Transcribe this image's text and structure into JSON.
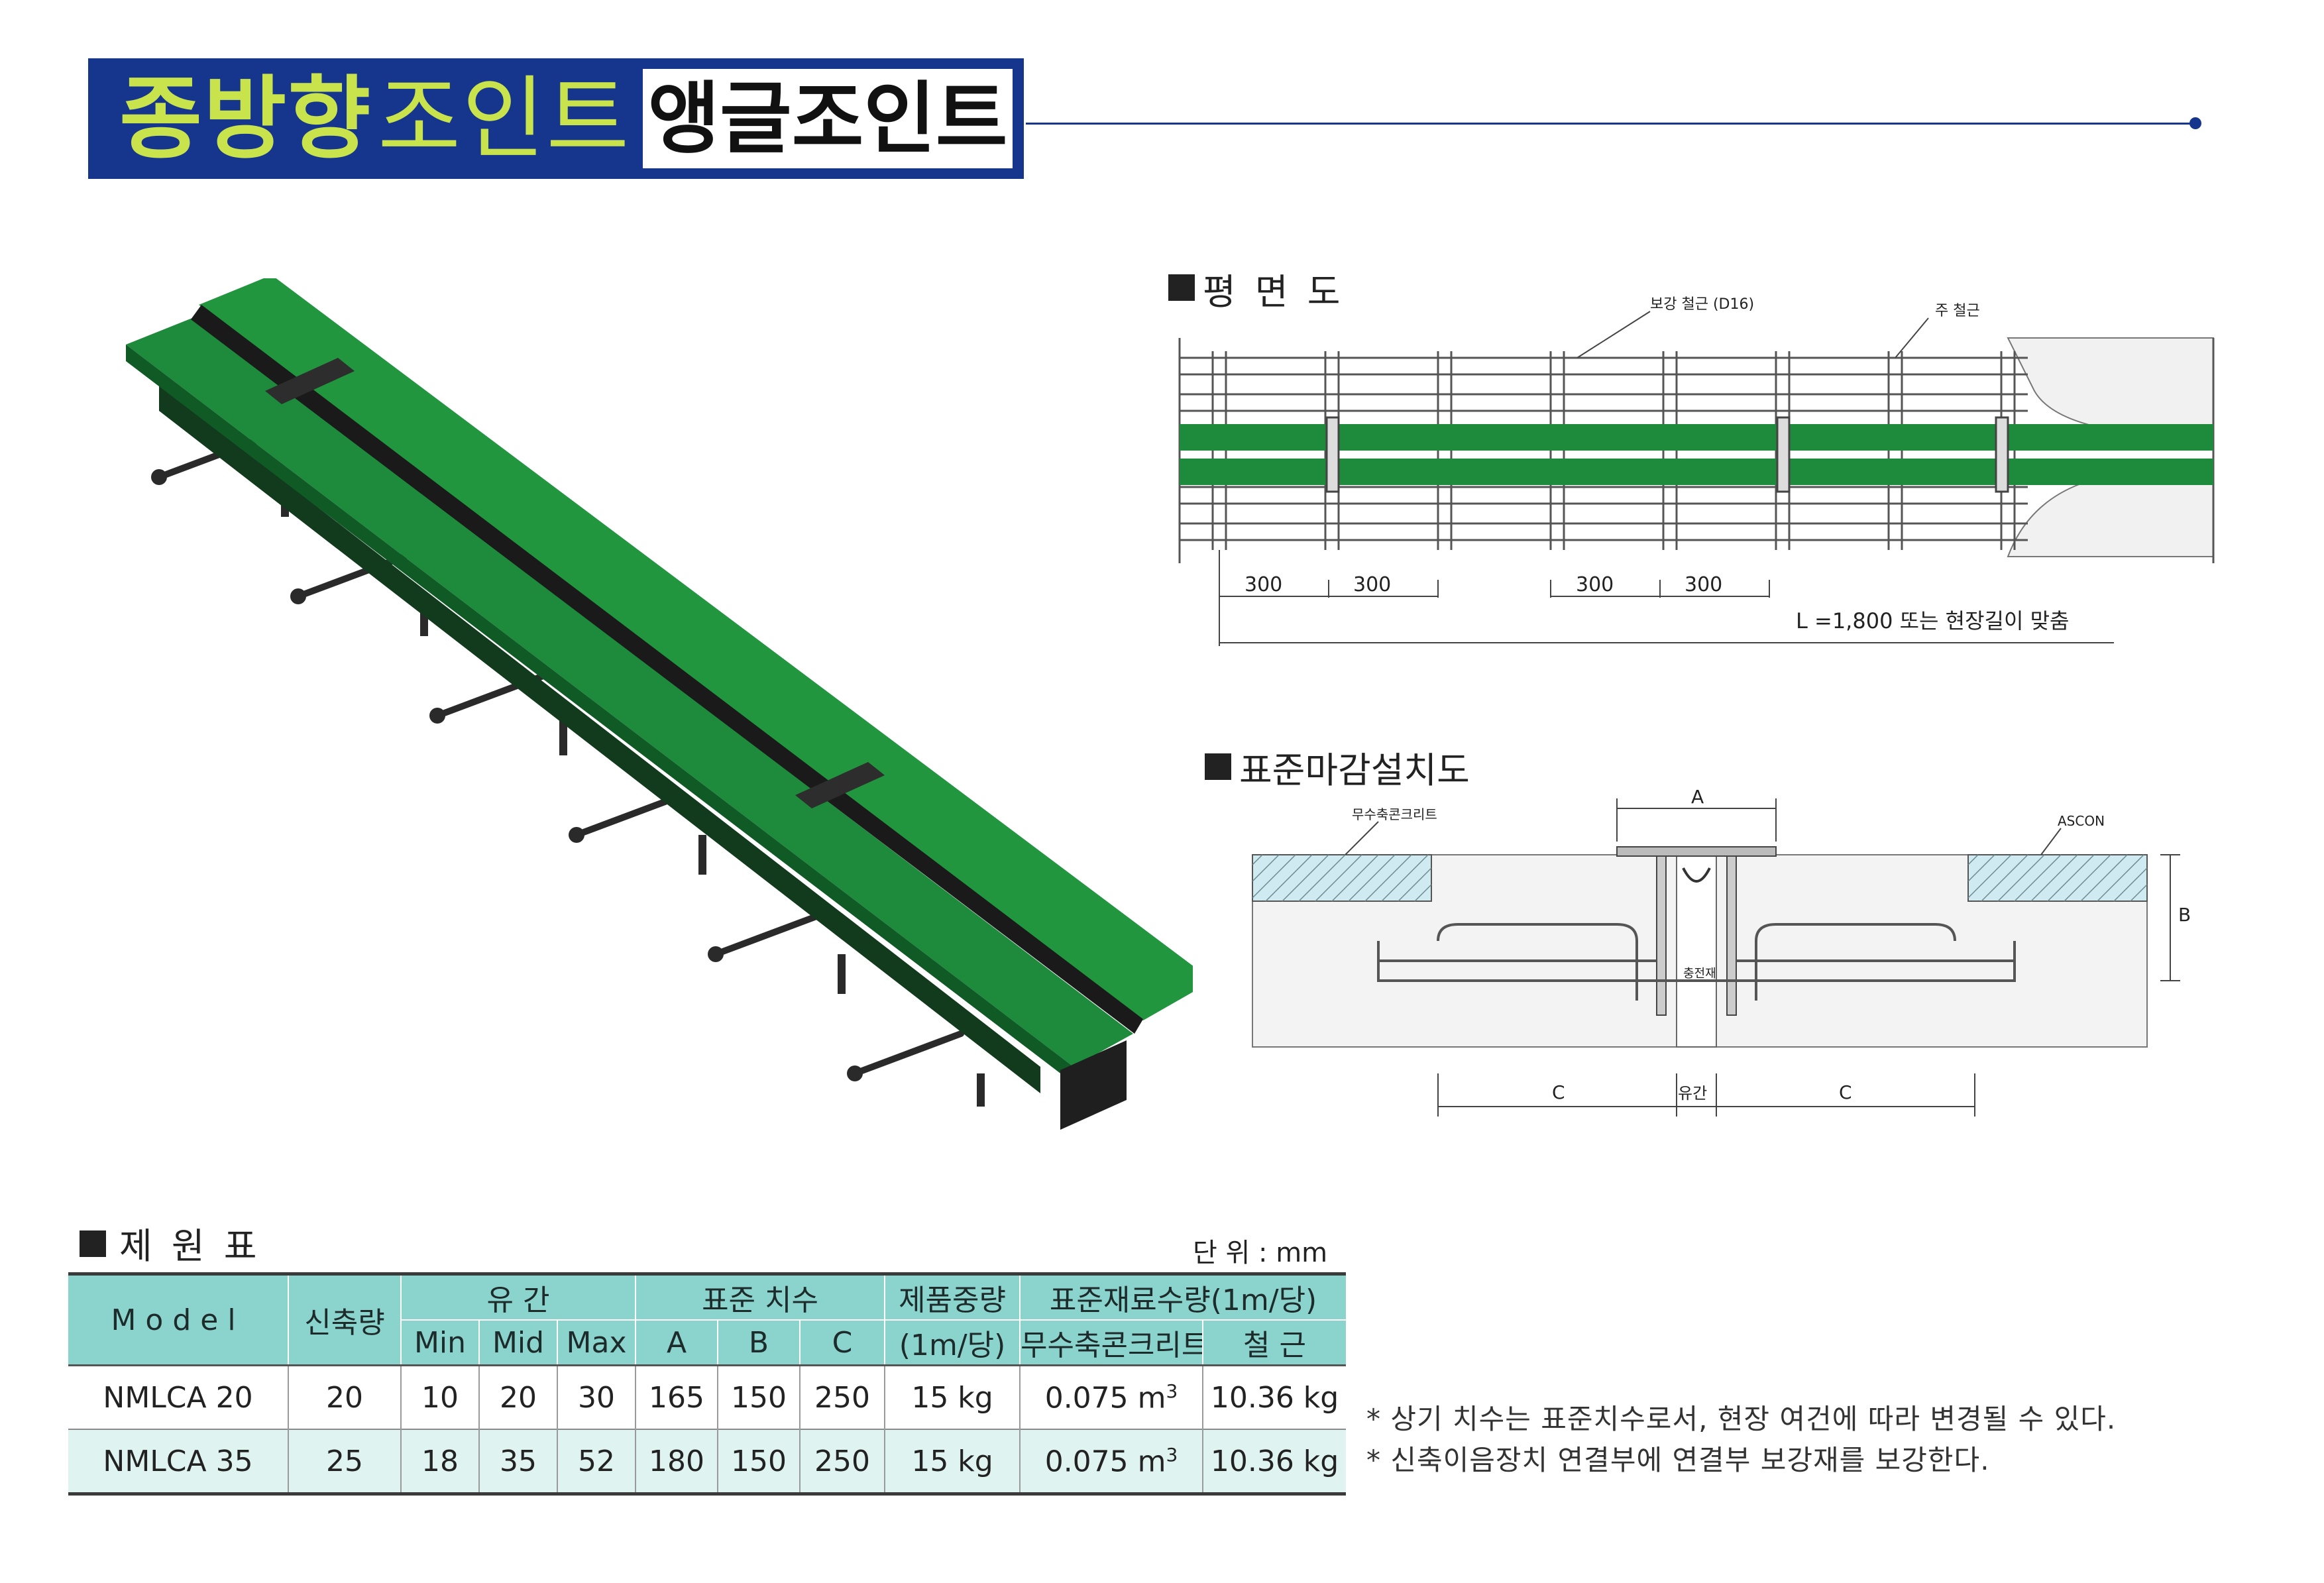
{
  "header": {
    "title_main": "종방향",
    "title_sub": "조인트",
    "product_name": "앵글조인트"
  },
  "plan_view": {
    "label": "평 면 도",
    "rebar_label": "보강 철근 (D16)",
    "main_rebar_label": "주 철근",
    "dims": [
      "300",
      "300",
      "300",
      "300"
    ],
    "length_label": "L =1,800 또는 현장길이 맞춤"
  },
  "section_view": {
    "label": "표준마감설치도",
    "concrete_label": "무수축콘크리트",
    "ascon_label": "ASCON",
    "filler_label": "충전재",
    "dim_a": "A",
    "dim_b": "B",
    "dim_c_left": "C",
    "dim_c_right": "C",
    "dim_gap": "유간"
  },
  "specs": {
    "label": "제 원 표",
    "unit": "단 위 : mm",
    "headers": {
      "model": "Model",
      "expansion": "신축량",
      "gap": "유 간",
      "gap_min": "Min",
      "gap_mid": "Mid",
      "gap_max": "Max",
      "std_dims": "표준 치수",
      "dim_a": "A",
      "dim_b": "B",
      "dim_c": "C",
      "weight": "제품중량",
      "weight_unit": "(1m/당)",
      "material": "표준재료수량(1m/당)",
      "concrete": "무수축콘크리트",
      "rebar": "철 근"
    },
    "rows": [
      {
        "model": "NMLCA 20",
        "expansion": "20",
        "min": "10",
        "mid": "20",
        "max": "30",
        "a": "165",
        "b": "150",
        "c": "250",
        "weight": "15 kg",
        "concrete": "0.075 m",
        "concrete_sup": "3",
        "rebar": "10.36 kg"
      },
      {
        "model": "NMLCA 35",
        "expansion": "25",
        "min": "18",
        "mid": "35",
        "max": "52",
        "a": "180",
        "b": "150",
        "c": "250",
        "weight": "15 kg",
        "concrete": "0.075 m",
        "concrete_sup": "3",
        "rebar": "10.36 kg"
      }
    ],
    "notes": [
      "* 상기 치수는 표준치수로서, 현장 여건에 따라 변경될 수 있다.",
      "* 신축이음장치 연결부에 연결부 보강재를 보강한다."
    ]
  },
  "colors": {
    "header_blue": "#16358c",
    "title_green": "#c8e34b",
    "product_green": "#1e8a3c",
    "table_head": "#8bd3cd"
  }
}
